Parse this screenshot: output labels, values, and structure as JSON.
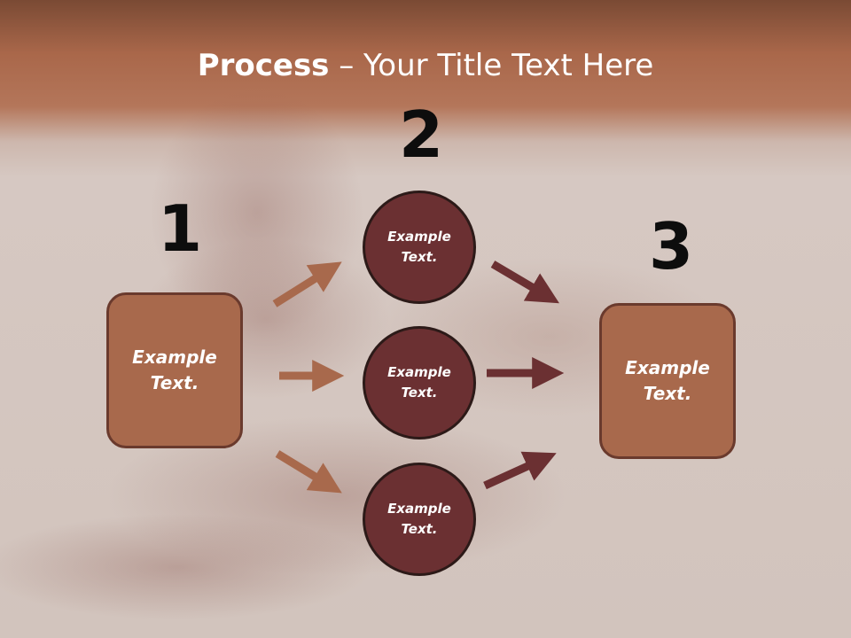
{
  "title": {
    "bold": "Process",
    "rest": " – Your Title Text Here"
  },
  "steps": [
    {
      "number": "1",
      "text": "Example\nText."
    },
    {
      "number": "2",
      "text": ""
    },
    {
      "number": "3",
      "text": "Example\nText."
    }
  ],
  "circles": [
    {
      "text": "Example\nText."
    },
    {
      "text": "Example\nText."
    },
    {
      "text": "Example\nText."
    }
  ],
  "colors": {
    "box_fill": "#a8694c",
    "circle_fill": "#6b3032",
    "arrow_left": "#a8694c",
    "arrow_right": "#6b3032"
  }
}
